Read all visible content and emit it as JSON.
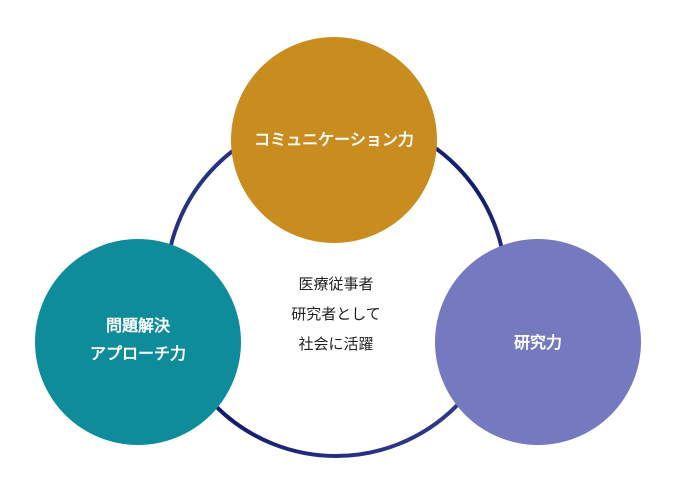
{
  "diagram": {
    "center_lines": [
      "医療従事者",
      "研究者として",
      "社会に活躍"
    ],
    "nodes": [
      {
        "id": "communication",
        "lines": [
          "コミュニケーション力"
        ],
        "color": "#C98C1E"
      },
      {
        "id": "problem-solving",
        "lines": [
          "問題解決",
          "アプローチ力"
        ],
        "color": "#0F8C9A"
      },
      {
        "id": "research",
        "lines": [
          "研究力"
        ],
        "color": "#7579BF"
      }
    ],
    "ring_gradient": [
      "#2E3A8C",
      "#121C6E",
      "#3B4494"
    ]
  }
}
